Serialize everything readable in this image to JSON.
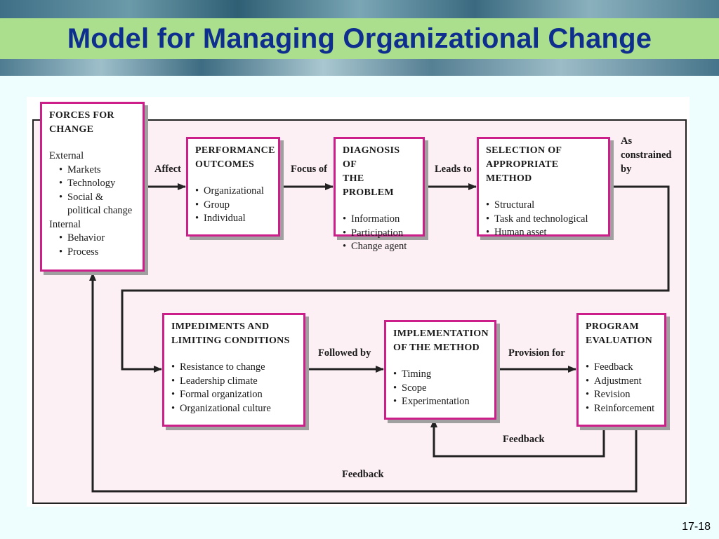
{
  "slide": {
    "title": "Model for Managing Organizational Change",
    "page_number": "17-18"
  },
  "diagram": {
    "forces": {
      "heading": "FORCES FOR\nCHANGE",
      "external_label": "External",
      "external_items": [
        "Markets",
        "Technology",
        "Social &\npolitical change"
      ],
      "internal_label": "Internal",
      "internal_items": [
        "Behavior",
        "Process"
      ]
    },
    "performance": {
      "heading": "PERFORMANCE\nOUTCOMES",
      "items": [
        "Organizational",
        "Group",
        "Individual"
      ]
    },
    "diagnosis": {
      "heading": "DIAGNOSIS OF\nTHE PROBLEM",
      "items": [
        "Information",
        "Participation",
        "Change agent"
      ]
    },
    "selection": {
      "heading": "SELECTION OF\nAPPROPRIATE METHOD",
      "items": [
        "Structural",
        "Task and technological",
        "Human asset"
      ]
    },
    "impediments": {
      "heading": "IMPEDIMENTS AND\nLIMITING CONDITIONS",
      "items": [
        "Resistance to change",
        "Leadership climate",
        "Formal organization",
        "Organizational culture"
      ]
    },
    "implementation": {
      "heading": "IMPLEMENTATION\nOF THE METHOD",
      "items": [
        "Timing",
        "Scope",
        "Experimentation"
      ]
    },
    "evaluation": {
      "heading": "PROGRAM\nEVALUATION",
      "items": [
        "Feedback",
        "Adjustment",
        "Revision",
        "Reinforcement"
      ]
    },
    "labels": {
      "affect": "Affect",
      "focus_of": "Focus of",
      "leads_to": "Leads to",
      "as_constrained_by": "As\nconstrained\nby",
      "followed_by": "Followed by",
      "provision_for": "Provision for",
      "feedback_inner": "Feedback",
      "feedback_outer": "Feedback"
    }
  }
}
